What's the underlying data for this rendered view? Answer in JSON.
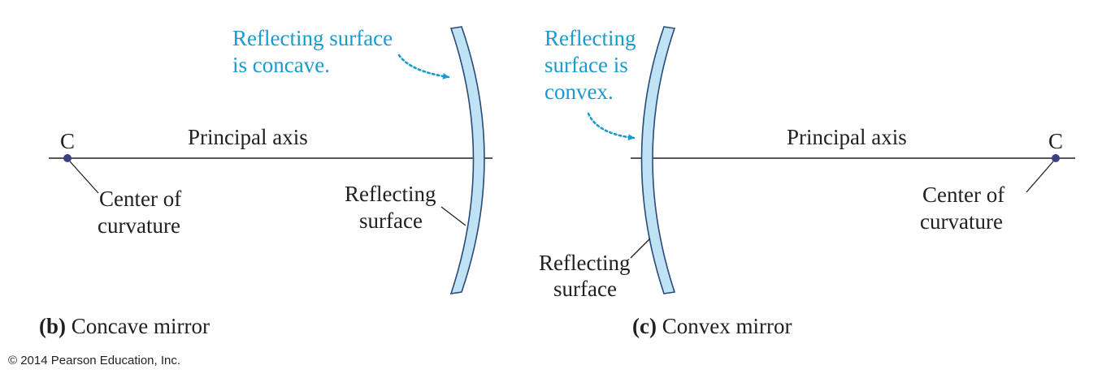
{
  "colors": {
    "ink": "#231f20",
    "accent_blue": "#1a9bd0",
    "mirror_fill": "#bfe3f4",
    "mirror_edge": "#2a4a78",
    "center_dot": "#3a3f80"
  },
  "concave_panel": {
    "center_letter": "C",
    "axis_label": "Principal axis",
    "center_label_line1": "Center of",
    "center_label_line2": "curvature",
    "reflecting_label_line1": "Reflecting",
    "reflecting_label_line2": "surface",
    "blue_note_line1": "Reflecting surface",
    "blue_note_line2": "is concave.",
    "caption_letter": "(b)",
    "caption_text": " Concave mirror"
  },
  "convex_panel": {
    "center_letter": "C",
    "axis_label": "Principal axis",
    "center_label_line1": "Center of",
    "center_label_line2": "curvature",
    "reflecting_label_line1": "Reflecting",
    "reflecting_label_line2": "surface",
    "blue_note_line1": "Reflecting",
    "blue_note_line2": "surface is",
    "blue_note_line3": "convex.",
    "caption_letter": "(c)",
    "caption_text": " Convex mirror"
  },
  "copyright": "© 2014 Pearson Education, Inc."
}
